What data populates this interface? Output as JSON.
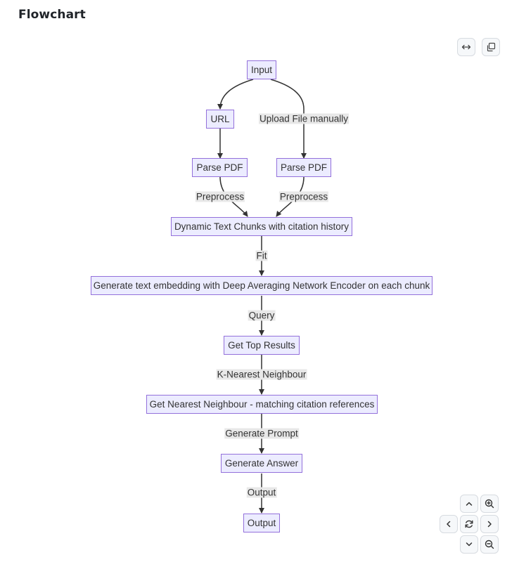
{
  "page": {
    "title": "Flowchart"
  },
  "toolbar": {
    "expand_icon": "arrows-horizontal-icon",
    "copy_icon": "copy-icon"
  },
  "flowchart": {
    "nodes": {
      "input": "Input",
      "url": "URL",
      "parse_pdf_1": "Parse PDF",
      "parse_pdf_2": "Parse PDF",
      "chunks": "Dynamic Text Chunks with citation history",
      "embedding": "Generate text embedding with Deep Averaging Network Encoder on each chunk",
      "top_results": "Get Top Results",
      "nearest": "Get Nearest Neighbour - matching citation references",
      "generate_answer": "Generate Answer",
      "output": "Output"
    },
    "edge_labels": {
      "upload": "Upload File manually",
      "preprocess_1": "Preprocess",
      "preprocess_2": "Preprocess",
      "fit": "Fit",
      "query": "Query",
      "knn": "K-Nearest Neighbour",
      "generate_prompt": "Generate Prompt",
      "output": "Output"
    }
  },
  "controls": {
    "up": "chevron-up-icon",
    "zoom_in": "zoom-in-icon",
    "left": "chevron-left-icon",
    "reset": "reset-icon",
    "right": "chevron-right-icon",
    "down": "chevron-down-icon",
    "zoom_out": "zoom-out-icon"
  },
  "colors": {
    "node_fill": "#ececff",
    "node_border": "#9370db",
    "edge": "#333333",
    "label_bg": "#e8e8e8"
  }
}
